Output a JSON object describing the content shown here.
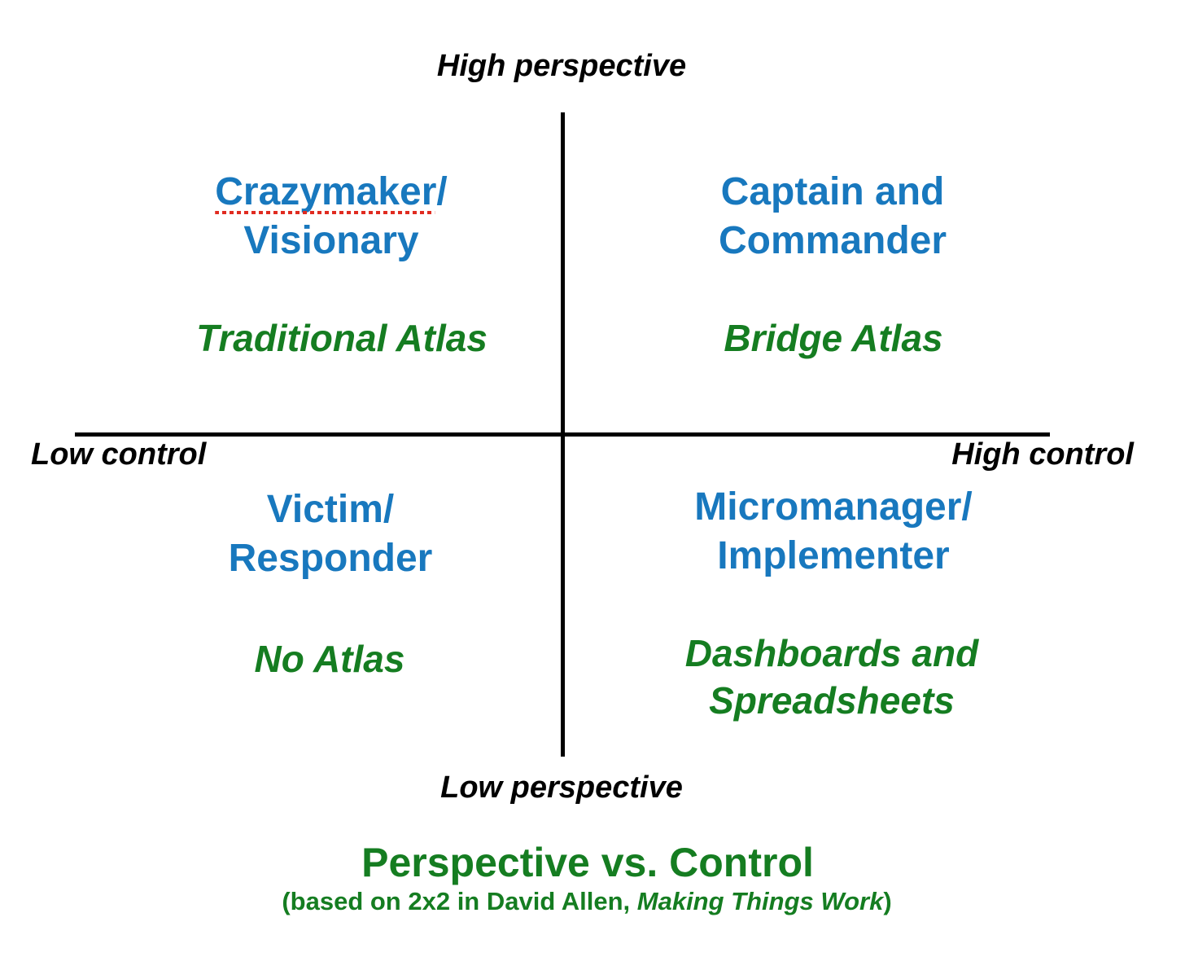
{
  "colors": {
    "heading_blue": "#1878BE",
    "atlas_green": "#157D21",
    "axis_black": "#000000",
    "squiggle_red": "#E02B20",
    "background": "#FFFFFF"
  },
  "axes": {
    "top_label": "High perspective",
    "bottom_label": "Low perspective",
    "left_label": "Low control",
    "right_label": "High control"
  },
  "quadrants": {
    "top_left": {
      "title_word": "Crazymaker",
      "title_slash": "/",
      "title_line2": "Visionary",
      "subtitle": "Traditional Atlas"
    },
    "top_right": {
      "title_line1": "Captain and",
      "title_line2": "Commander",
      "subtitle": "Bridge Atlas"
    },
    "bottom_left": {
      "title_line1": "Victim/",
      "title_line2": "Responder",
      "subtitle": "No Atlas"
    },
    "bottom_right": {
      "title_line1": "Micromanager/",
      "title_line2": "Implementer",
      "subtitle_line1": "Dashboards and",
      "subtitle_line2": "Spreadsheets"
    }
  },
  "caption": {
    "title": "Perspective vs. Control",
    "subtitle_prefix": "(based on 2x2 in David Allen, ",
    "subtitle_italic": "Making Things Work",
    "subtitle_suffix": ")"
  }
}
